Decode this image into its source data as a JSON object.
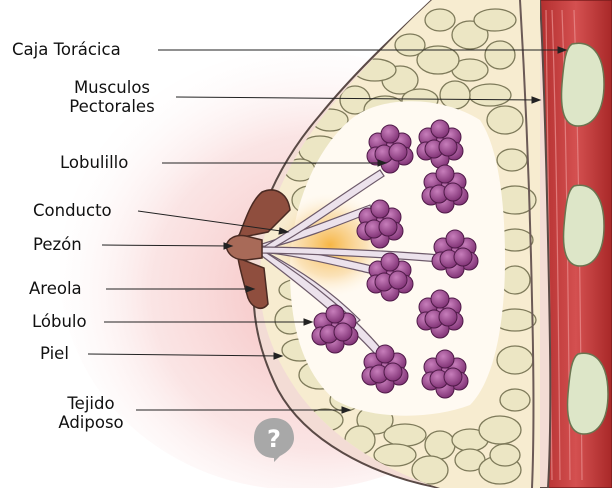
{
  "diagram": {
    "labels": {
      "caja_toracica": "Caja Torácica",
      "musculos_line1": "Musculos",
      "musculos_line2": "Pectorales",
      "lobulillo": "Lobulillo",
      "conducto": "Conducto",
      "pezon": "Pezón",
      "areola": "Areola",
      "lobulo": "Lóbulo",
      "piel": "Piel",
      "tejido_line1": "Tejido",
      "tejido_line2": "Adiposo"
    },
    "colors": {
      "skin_glow": "#f4b6b6",
      "breast_skin": "#f2d9d2",
      "fat_lobule": "#ece6c4",
      "fat_outline": "#7e7a5a",
      "gland_lobule": "#9b4a8e",
      "duct": "#e9dfe8",
      "milk_glow": "#f7c46a",
      "muscle": "#c23a3a",
      "rib": "#dde6c8",
      "areola": "#8a4a3a",
      "logo": "#a8a8a8"
    }
  }
}
